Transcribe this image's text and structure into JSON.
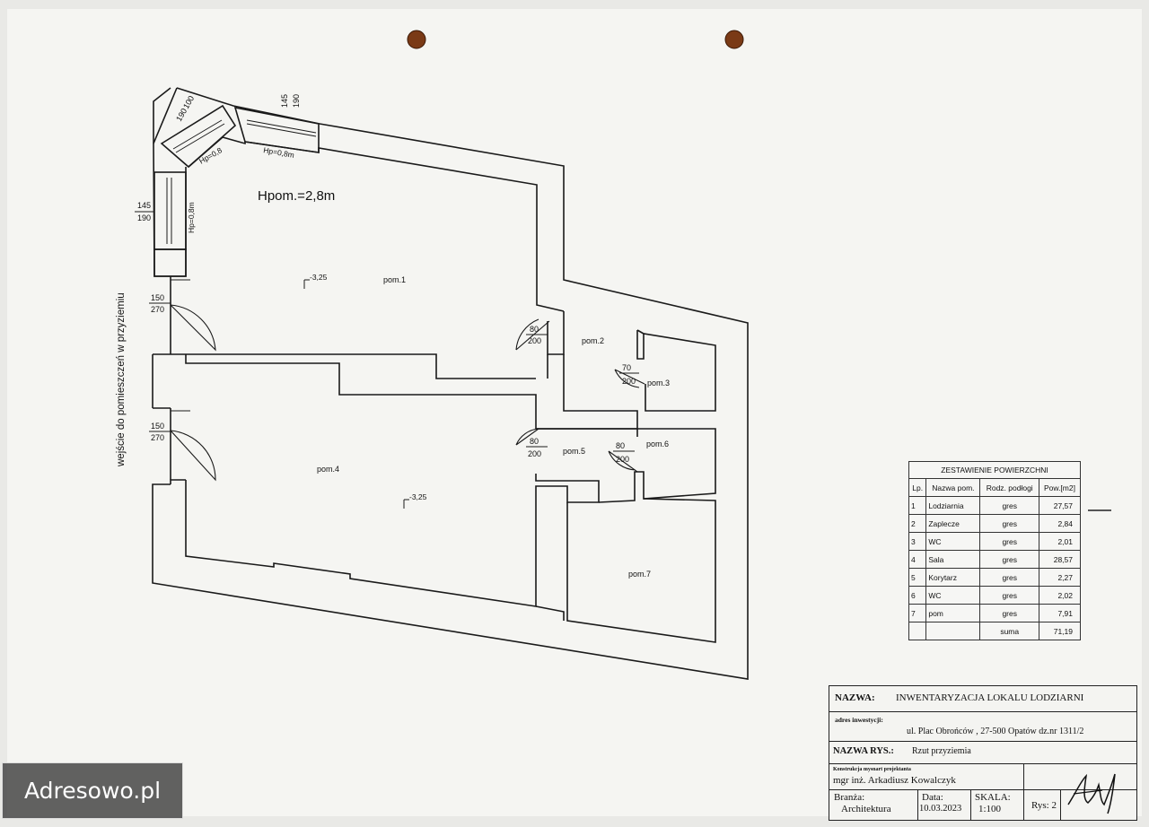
{
  "plan": {
    "height_note": "Hpom.=2,8m",
    "entrance_label": "wejście do pomieszczeń w przyziemiu",
    "level_1": "-3,25",
    "level_2": "-3,25",
    "rooms": [
      "pom.1",
      "pom.2",
      "pom.3",
      "pom.4",
      "pom.5",
      "pom.6",
      "pom.7"
    ],
    "windows": {
      "w1_w": "100",
      "w1_h": "190",
      "w1_hp": "Hp=0,8",
      "w2_w": "145",
      "w2_h": "190",
      "w2_hp": "Hp=0,8m",
      "w3_w": "145",
      "w3_h": "190",
      "w3_hp": "Hp=0,8m"
    },
    "doors": {
      "d1_w": "150",
      "d1_h": "270",
      "d2_w": "150",
      "d2_h": "270",
      "d3_w": "80",
      "d3_h": "200",
      "d4_w": "70",
      "d4_h": "200",
      "d5_w": "80",
      "d5_h": "200",
      "d6_w": "80",
      "d6_h": "200"
    }
  },
  "area_table": {
    "caption": "ZESTAWIENIE POWIERZCHNI",
    "headers": [
      "Lp.",
      "Nazwa pom.",
      "Rodz. podłogi",
      "Pow.[m2]"
    ],
    "rows": [
      {
        "lp": "1",
        "name": "Lodziarnia",
        "floor": "gres",
        "area": "27,57"
      },
      {
        "lp": "2",
        "name": "Zaplecze",
        "floor": "gres",
        "area": "2,84"
      },
      {
        "lp": "3",
        "name": "WC",
        "floor": "gres",
        "area": "2,01"
      },
      {
        "lp": "4",
        "name": "Sala",
        "floor": "gres",
        "area": "28,57"
      },
      {
        "lp": "5",
        "name": "Korytarz",
        "floor": "gres",
        "area": "2,27"
      },
      {
        "lp": "6",
        "name": "WC",
        "floor": "gres",
        "area": "2,02"
      },
      {
        "lp": "7",
        "name": "pom",
        "floor": "gres",
        "area": "7,91"
      }
    ],
    "sum_label": "suma",
    "sum_value": "71,19"
  },
  "title_block": {
    "name_label": "NAZWA:",
    "name_value": "INWENTARYZACJA LOKALU LODZIARNI",
    "address_label": "adres inwestycji:",
    "address_value": "ul. Plac Obrońców , 27-500 Opatów dz.nr 1311/2",
    "drawing_label": "NAZWA RYS.:",
    "drawing_value": "Rzut przyziemia",
    "designer_label": "Konstrukcja mysnart projektanta",
    "designer_value": "mgr inż. Arkadiusz Kowalczyk",
    "branch_label": "Branża:",
    "branch_value": "Architektura",
    "date_label": "Data:",
    "date_value": "10.03.2023",
    "scale_label": "SKALA:",
    "scale_value": "1:100",
    "sheet_value": "Rys: 2"
  },
  "watermark": "Adresowo.pl"
}
